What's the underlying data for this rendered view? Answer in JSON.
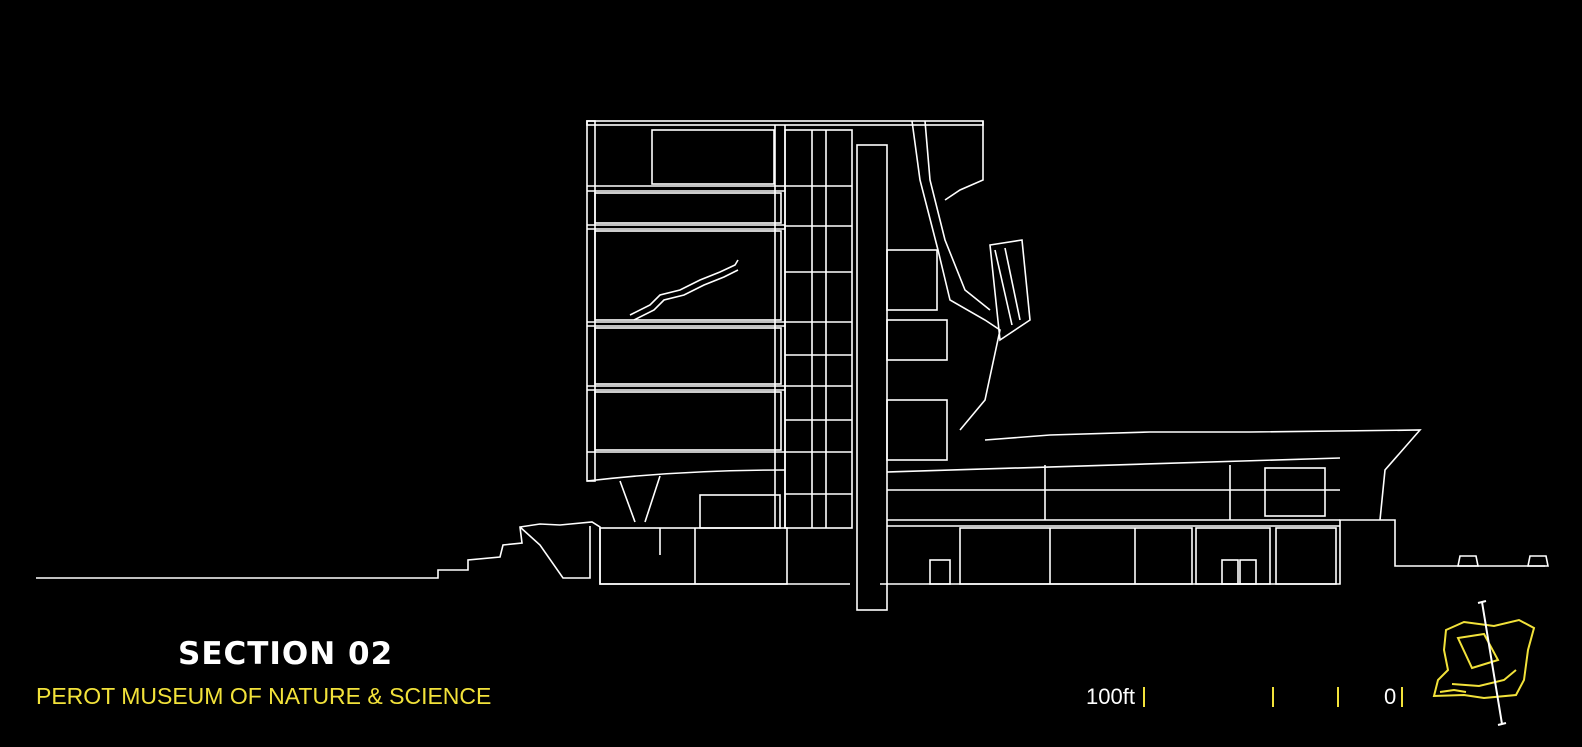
{
  "section_title": "SECTION 02",
  "project_name": "PEROT MUSEUM OF NATURE & SCIENCE",
  "scale_bar": {
    "start_label": "100ft",
    "end_label": "0"
  },
  "colors": {
    "background": "#000000",
    "linework": "#ffffff",
    "accent": "#f2e23a"
  }
}
